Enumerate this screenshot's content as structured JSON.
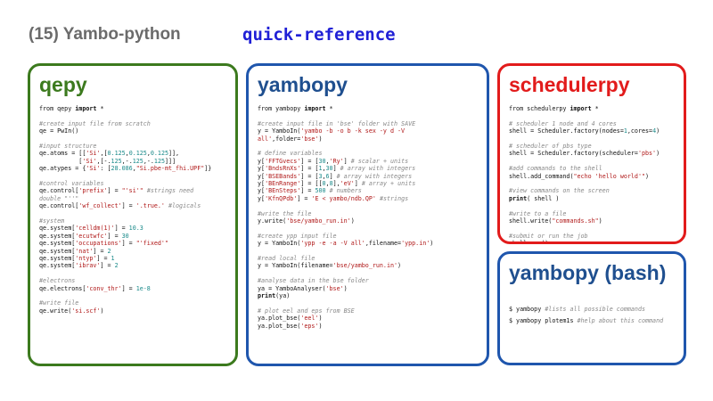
{
  "header": {
    "title": "(15) Yambo-python",
    "subtitle": "quick-reference"
  },
  "colors": {
    "qepy": "#3c7a1e",
    "yambopy": "#1f56ad",
    "schedulerpy": "#e21b1b",
    "comment": "#888888",
    "string": "#b01818",
    "number": "#1a8a8a",
    "subtitle": "#2020d6"
  },
  "panels": [
    {
      "id": "qepy",
      "title": "qepy",
      "lines": [
        [
          {
            "t": "from qepy ",
            "c": ""
          },
          {
            "t": "import",
            "c": "kw"
          },
          {
            "t": " *",
            "c": ""
          }
        ],
        [],
        [
          {
            "t": "#create input file from scratch",
            "c": "cmt"
          }
        ],
        [
          {
            "t": "qe = PwIn()",
            "c": ""
          }
        ],
        [],
        [
          {
            "t": "#input structure",
            "c": "cmt"
          }
        ],
        [
          {
            "t": "qe.atoms = [[",
            "c": ""
          },
          {
            "t": "'Si'",
            "c": "str"
          },
          {
            "t": ",[",
            "c": ""
          },
          {
            "t": "0.125",
            "c": "num"
          },
          {
            "t": ",",
            "c": ""
          },
          {
            "t": "0.125",
            "c": "num"
          },
          {
            "t": ",",
            "c": ""
          },
          {
            "t": "0.125",
            "c": "num"
          },
          {
            "t": "]],",
            "c": ""
          }
        ],
        [
          {
            "t": "           [",
            "c": ""
          },
          {
            "t": "'Si'",
            "c": "str"
          },
          {
            "t": ",[-.",
            "c": ""
          },
          {
            "t": "125",
            "c": "num"
          },
          {
            "t": ",-.",
            "c": ""
          },
          {
            "t": "125",
            "c": "num"
          },
          {
            "t": ",-.",
            "c": ""
          },
          {
            "t": "125",
            "c": "num"
          },
          {
            "t": "]]]",
            "c": ""
          }
        ],
        [
          {
            "t": "qe.atypes = {",
            "c": ""
          },
          {
            "t": "'Si'",
            "c": "str"
          },
          {
            "t": ": [",
            "c": ""
          },
          {
            "t": "28.086",
            "c": "num"
          },
          {
            "t": ",",
            "c": ""
          },
          {
            "t": "\"Si.pbe-mt_fhi.UPF\"",
            "c": "str"
          },
          {
            "t": "]}",
            "c": ""
          }
        ],
        [],
        [
          {
            "t": "#control variables",
            "c": "cmt"
          }
        ],
        [
          {
            "t": "qe.control[",
            "c": ""
          },
          {
            "t": "'prefix'",
            "c": "str"
          },
          {
            "t": "] = ",
            "c": ""
          },
          {
            "t": "\"'si'\"",
            "c": "str"
          },
          {
            "t": " #strings need",
            "c": "cmt"
          }
        ],
        [
          {
            "t": "double \"''\"",
            "c": "cmt"
          }
        ],
        [
          {
            "t": "qe.control[",
            "c": ""
          },
          {
            "t": "'wf_collect'",
            "c": "str"
          },
          {
            "t": "] = ",
            "c": ""
          },
          {
            "t": "'.true.'",
            "c": "str"
          },
          {
            "t": " #logicals",
            "c": "cmt"
          }
        ],
        [],
        [
          {
            "t": "#system",
            "c": "cmt"
          }
        ],
        [
          {
            "t": "qe.system[",
            "c": ""
          },
          {
            "t": "'celldm(1)'",
            "c": "str"
          },
          {
            "t": "] = ",
            "c": ""
          },
          {
            "t": "10.3",
            "c": "num"
          }
        ],
        [
          {
            "t": "qe.system[",
            "c": ""
          },
          {
            "t": "'ecutwfc'",
            "c": "str"
          },
          {
            "t": "] = ",
            "c": ""
          },
          {
            "t": "30",
            "c": "num"
          }
        ],
        [
          {
            "t": "qe.system[",
            "c": ""
          },
          {
            "t": "'occupations'",
            "c": "str"
          },
          {
            "t": "] = ",
            "c": ""
          },
          {
            "t": "\"'fixed'\"",
            "c": "str"
          }
        ],
        [
          {
            "t": "qe.system[",
            "c": ""
          },
          {
            "t": "'nat'",
            "c": "str"
          },
          {
            "t": "] = ",
            "c": ""
          },
          {
            "t": "2",
            "c": "num"
          }
        ],
        [
          {
            "t": "qe.system[",
            "c": ""
          },
          {
            "t": "'ntyp'",
            "c": "str"
          },
          {
            "t": "] = ",
            "c": ""
          },
          {
            "t": "1",
            "c": "num"
          }
        ],
        [
          {
            "t": "qe.system[",
            "c": ""
          },
          {
            "t": "'ibrav'",
            "c": "str"
          },
          {
            "t": "] = ",
            "c": ""
          },
          {
            "t": "2",
            "c": "num"
          }
        ],
        [],
        [
          {
            "t": "#electrons",
            "c": "cmt"
          }
        ],
        [
          {
            "t": "qe.electrons[",
            "c": ""
          },
          {
            "t": "'conv_thr'",
            "c": "str"
          },
          {
            "t": "] = ",
            "c": ""
          },
          {
            "t": "1e-8",
            "c": "num"
          }
        ],
        [],
        [
          {
            "t": "#write file",
            "c": "cmt"
          }
        ],
        [
          {
            "t": "qe.write(",
            "c": ""
          },
          {
            "t": "'si.scf'",
            "c": "str"
          },
          {
            "t": ")",
            "c": ""
          }
        ]
      ]
    },
    {
      "id": "yambopy",
      "title": "yambopy",
      "lines": [
        [
          {
            "t": "from yambopy ",
            "c": ""
          },
          {
            "t": "import",
            "c": "kw"
          },
          {
            "t": " *",
            "c": ""
          }
        ],
        [],
        [
          {
            "t": "#create input file in 'bse' folder with SAVE",
            "c": "cmt"
          }
        ],
        [
          {
            "t": "y = YamboIn(",
            "c": ""
          },
          {
            "t": "'yambo -b -o b -k sex -y d -V",
            "c": "str"
          }
        ],
        [
          {
            "t": "all'",
            "c": "str"
          },
          {
            "t": ",folder=",
            "c": ""
          },
          {
            "t": "'bse'",
            "c": "str"
          },
          {
            "t": ")",
            "c": ""
          }
        ],
        [],
        [
          {
            "t": "# define variables",
            "c": "cmt"
          }
        ],
        [
          {
            "t": "y[",
            "c": ""
          },
          {
            "t": "'FFTGvecs'",
            "c": "str"
          },
          {
            "t": "] = [",
            "c": ""
          },
          {
            "t": "30",
            "c": "num"
          },
          {
            "t": ",",
            "c": ""
          },
          {
            "t": "'Ry'",
            "c": "str"
          },
          {
            "t": "] ",
            "c": ""
          },
          {
            "t": "# scalar + units",
            "c": "cmt"
          }
        ],
        [
          {
            "t": "y[",
            "c": ""
          },
          {
            "t": "'BndsRnXs'",
            "c": "str"
          },
          {
            "t": "] = [",
            "c": ""
          },
          {
            "t": "1",
            "c": "num"
          },
          {
            "t": ",",
            "c": ""
          },
          {
            "t": "30",
            "c": "num"
          },
          {
            "t": "] ",
            "c": ""
          },
          {
            "t": "# array with integers",
            "c": "cmt"
          }
        ],
        [
          {
            "t": "y[",
            "c": ""
          },
          {
            "t": "'BSEBands'",
            "c": "str"
          },
          {
            "t": "] = [",
            "c": ""
          },
          {
            "t": "3",
            "c": "num"
          },
          {
            "t": ",",
            "c": ""
          },
          {
            "t": "6",
            "c": "num"
          },
          {
            "t": "] ",
            "c": ""
          },
          {
            "t": "# array with integers",
            "c": "cmt"
          }
        ],
        [
          {
            "t": "y[",
            "c": ""
          },
          {
            "t": "'BEnRange'",
            "c": "str"
          },
          {
            "t": "] = [[",
            "c": ""
          },
          {
            "t": "0",
            "c": "num"
          },
          {
            "t": ",",
            "c": ""
          },
          {
            "t": "8",
            "c": "num"
          },
          {
            "t": "],",
            "c": ""
          },
          {
            "t": "'eV'",
            "c": "str"
          },
          {
            "t": "] ",
            "c": ""
          },
          {
            "t": "# array + units",
            "c": "cmt"
          }
        ],
        [
          {
            "t": "y[",
            "c": ""
          },
          {
            "t": "'BEnSteps'",
            "c": "str"
          },
          {
            "t": "] = ",
            "c": ""
          },
          {
            "t": "500",
            "c": "num"
          },
          {
            "t": " ",
            "c": ""
          },
          {
            "t": "# numbers",
            "c": "cmt"
          }
        ],
        [
          {
            "t": "y[",
            "c": ""
          },
          {
            "t": "'KfnQPdb'",
            "c": "str"
          },
          {
            "t": "] = ",
            "c": ""
          },
          {
            "t": "'E < yambo/ndb.QP'",
            "c": "str"
          },
          {
            "t": " ",
            "c": ""
          },
          {
            "t": "#strings",
            "c": "cmt"
          }
        ],
        [],
        [
          {
            "t": "#write the file",
            "c": "cmt"
          }
        ],
        [
          {
            "t": "y.write(",
            "c": ""
          },
          {
            "t": "'bse/yambo_run.in'",
            "c": "str"
          },
          {
            "t": ")",
            "c": ""
          }
        ],
        [],
        [
          {
            "t": "#create ypp input file",
            "c": "cmt"
          }
        ],
        [
          {
            "t": "y = YamboIn(",
            "c": ""
          },
          {
            "t": "'ypp -e -a -V all'",
            "c": "str"
          },
          {
            "t": ",filename=",
            "c": ""
          },
          {
            "t": "'ypp.in'",
            "c": "str"
          },
          {
            "t": ")",
            "c": ""
          }
        ],
        [],
        [
          {
            "t": "#read local file",
            "c": "cmt"
          }
        ],
        [
          {
            "t": "y = YamboIn(filename=",
            "c": ""
          },
          {
            "t": "'bse/yambo_run.in'",
            "c": "str"
          },
          {
            "t": ")",
            "c": ""
          }
        ],
        [],
        [
          {
            "t": "#analyse data in the bse folder",
            "c": "cmt"
          }
        ],
        [
          {
            "t": "ya = YamboAnalyser(",
            "c": ""
          },
          {
            "t": "'bse'",
            "c": "str"
          },
          {
            "t": ")",
            "c": ""
          }
        ],
        [
          {
            "t": "print",
            "c": "kw"
          },
          {
            "t": "(ya)",
            "c": ""
          }
        ],
        [],
        [
          {
            "t": "# plot eel and eps from BSE",
            "c": "cmt"
          }
        ],
        [
          {
            "t": "ya.plot_bse(",
            "c": ""
          },
          {
            "t": "'eel'",
            "c": "str"
          },
          {
            "t": ")",
            "c": ""
          }
        ],
        [
          {
            "t": "ya.plot_bse(",
            "c": ""
          },
          {
            "t": "'eps'",
            "c": "str"
          },
          {
            "t": ")",
            "c": ""
          }
        ]
      ]
    },
    {
      "id": "sched",
      "title": "schedulerpy",
      "lines": [
        [
          {
            "t": "from schedulerpy ",
            "c": ""
          },
          {
            "t": "import",
            "c": "kw"
          },
          {
            "t": " *",
            "c": ""
          }
        ],
        [],
        [
          {
            "t": "# scheduler 1 node and 4 cores",
            "c": "cmt"
          }
        ],
        [
          {
            "t": "shell = Scheduler.factory(nodes=",
            "c": ""
          },
          {
            "t": "1",
            "c": "num"
          },
          {
            "t": ",cores=",
            "c": ""
          },
          {
            "t": "4",
            "c": "num"
          },
          {
            "t": ")",
            "c": ""
          }
        ],
        [],
        [
          {
            "t": "# scheduler of pbs type",
            "c": "cmt"
          }
        ],
        [
          {
            "t": "shell = Scheduler.factory(scheduler=",
            "c": ""
          },
          {
            "t": "'pbs'",
            "c": "str"
          },
          {
            "t": ")",
            "c": ""
          }
        ],
        [],
        [
          {
            "t": "#add commands to the shell",
            "c": "cmt"
          }
        ],
        [
          {
            "t": "shell.add_command(",
            "c": ""
          },
          {
            "t": "\"echo 'hello world'\"",
            "c": "str"
          },
          {
            "t": ")",
            "c": ""
          }
        ],
        [],
        [
          {
            "t": "#view commands on the screen",
            "c": "cmt"
          }
        ],
        [
          {
            "t": "print",
            "c": "kw"
          },
          {
            "t": "( shell )",
            "c": ""
          }
        ],
        [],
        [
          {
            "t": "#write to a file",
            "c": "cmt"
          }
        ],
        [
          {
            "t": "shell.write(",
            "c": ""
          },
          {
            "t": "\"commands.sh\"",
            "c": "str"
          },
          {
            "t": ")",
            "c": ""
          }
        ],
        [],
        [
          {
            "t": "#submit or run the job",
            "c": "cmt"
          }
        ],
        [
          {
            "t": "shell.run()",
            "c": ""
          }
        ]
      ]
    },
    {
      "id": "bash",
      "title": "yambopy (bash)",
      "lines": [
        [
          {
            "t": "$ yambopy ",
            "c": ""
          },
          {
            "t": "#lists all possible commands",
            "c": "cmt"
          }
        ],
        [
          {
            "t": "$ yambopy plotem1s ",
            "c": ""
          },
          {
            "t": "#help about this command",
            "c": "cmt"
          }
        ]
      ]
    }
  ]
}
